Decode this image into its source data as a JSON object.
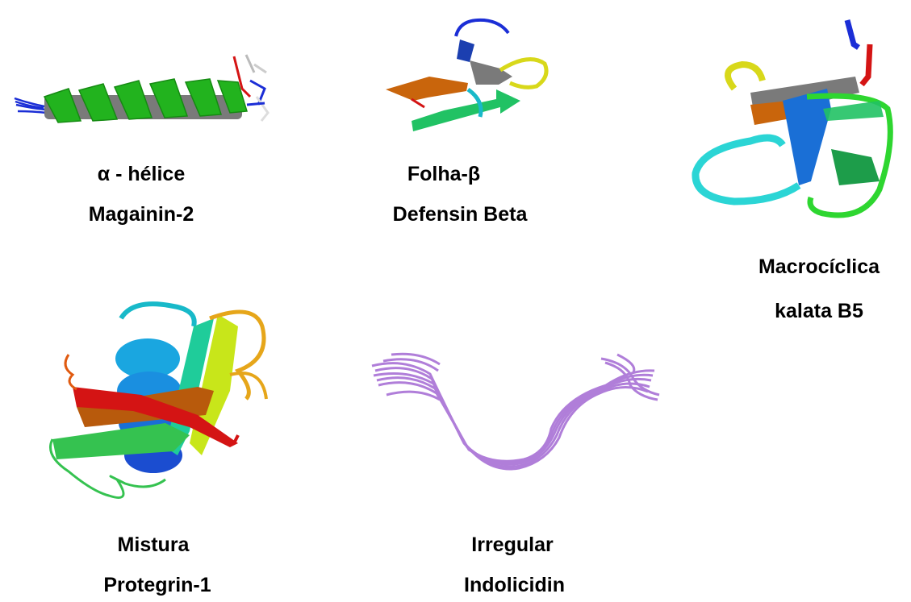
{
  "structures": [
    {
      "id": "helix",
      "type_label": "α - hélice",
      "name_label": "Magainin-2"
    },
    {
      "id": "sheet",
      "type_label": "Folha-β",
      "name_label": "Defensin Beta"
    },
    {
      "id": "macro",
      "type_label": "Macrocíclica",
      "name_label": "kalata B5"
    },
    {
      "id": "mixed",
      "type_label": "Mistura",
      "name_label": "Protegrin-1"
    },
    {
      "id": "irregular",
      "type_label": "Irregular",
      "name_label": "Indolicidin"
    }
  ]
}
